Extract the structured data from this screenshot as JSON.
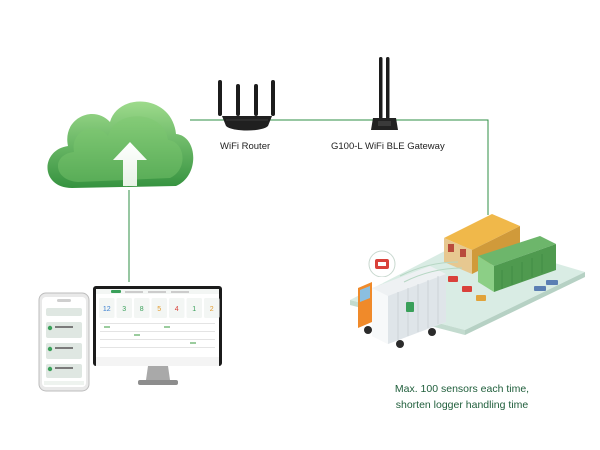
{
  "nodes": {
    "router": {
      "label": "WiFi Router"
    },
    "gateway": {
      "label": "G100-L WiFi BLE Gateway"
    }
  },
  "caption": {
    "line1": "Max. 100 sensors each time,",
    "line2": "shorten logger handling time"
  },
  "monitor_screen": {
    "tile_values": [
      "12",
      "3",
      "8",
      "5",
      "4",
      "1",
      "2"
    ]
  },
  "colors": {
    "connector": "#2f8f45",
    "cloud_light": "#8fd17f",
    "cloud_dark": "#3a9a48",
    "warehouse_roof": "#e0a33a",
    "truck_cab": "#f08a2a",
    "ground": "#d9ece4"
  }
}
